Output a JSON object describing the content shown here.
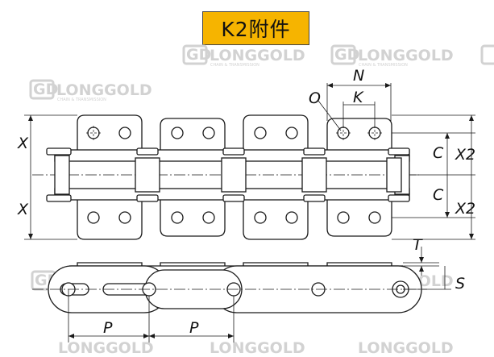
{
  "title": "K2附件",
  "watermark": {
    "brand": "LONGGOLD",
    "emblem": "GD",
    "tagline": "CHAIN & TRANSMISSION"
  },
  "dimensions": {
    "X_top": "X",
    "X_bottom": "X",
    "N": "N",
    "K": "K",
    "O": "O",
    "C_top": "C",
    "C_bottom": "C",
    "X2_top": "X2",
    "X2_bottom": "X2",
    "T": "T",
    "S": "S",
    "P_left": "P",
    "P_right": "P"
  },
  "colors": {
    "title_bg": "#f6b400",
    "line": "#1a1a1a",
    "watermark": "#d2d2d2"
  }
}
